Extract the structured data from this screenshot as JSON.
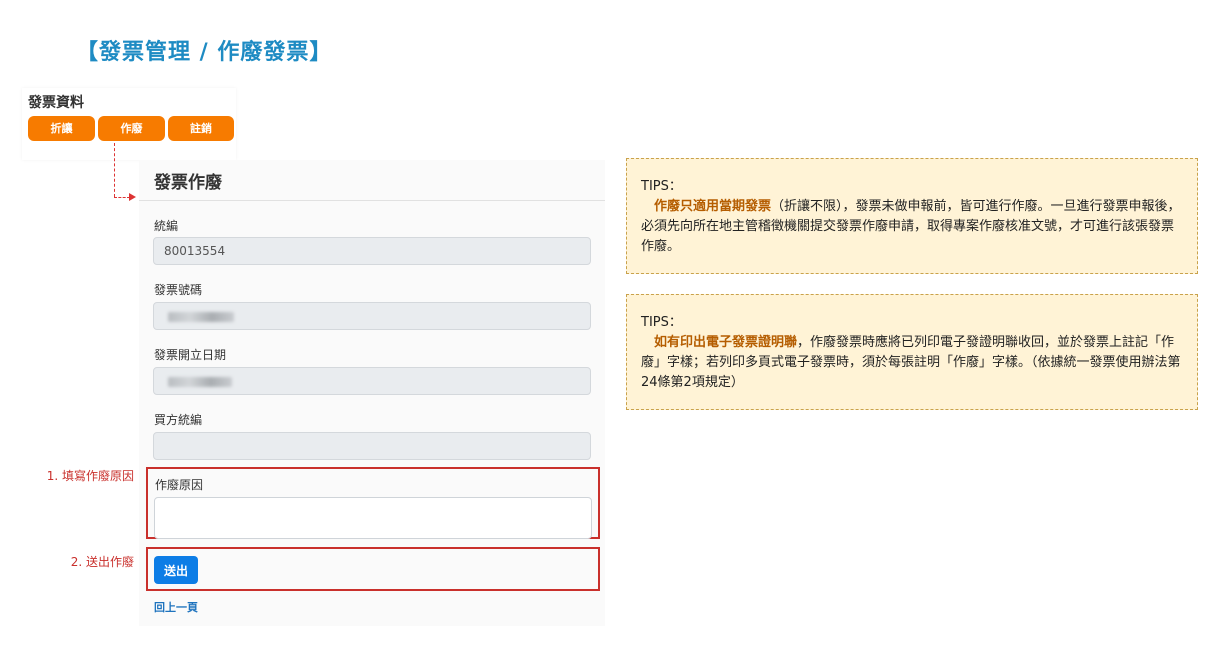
{
  "page": {
    "title": "【發票管理 / 作廢發票】"
  },
  "mini_panel": {
    "title": "發票資料",
    "buttons": {
      "allowance": "折讓",
      "void": "作廢",
      "cancel": "註銷"
    }
  },
  "form": {
    "title": "發票作廢",
    "fields": {
      "tax_id": {
        "label": "統編",
        "value": "80013554"
      },
      "invoice_number": {
        "label": "發票號碼",
        "value": ""
      },
      "issue_date": {
        "label": "發票開立日期",
        "value": ""
      },
      "buyer_tax_id": {
        "label": "買方統編",
        "value": ""
      },
      "void_reason": {
        "label": "作廢原因",
        "value": ""
      }
    },
    "submit_label": "送出",
    "back_label": "回上一頁"
  },
  "annotations": {
    "step1": "1. 填寫作廢原因",
    "step2": "2. 送出作廢"
  },
  "tips": [
    {
      "heading": "TIPS：",
      "highlight": "作廢只適用當期發票",
      "body": "（折讓不限），發票未做申報前，皆可進行作廢。一旦進行發票申報後，必須先向所在地主管稽徵機關提交發票作廢申請，取得專案作廢核准文號，才可進行該張發票作廢。"
    },
    {
      "heading": "TIPS：",
      "highlight": "如有印出電子發票證明聯",
      "body": "，作廢發票時應將已列印電子發證明聯收回，並於發票上註記「作廢」字樣；若列印多頁式電子發票時，須於每張註明「作廢」字樣。（依據統一發票使用辦法第24條第2項規定）"
    }
  ],
  "colors": {
    "title_blue": "#1e8bc3",
    "orange_button": "#f77b00",
    "annotation_red": "#c9302c",
    "submit_blue": "#0d7de6",
    "tips_bg": "#fff3d6",
    "tips_highlight": "#b55d00"
  }
}
